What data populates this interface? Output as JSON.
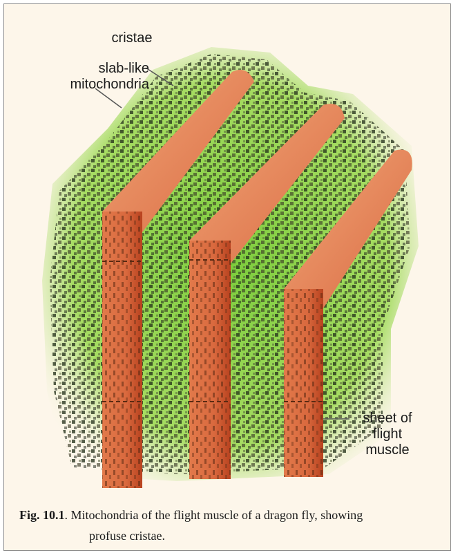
{
  "figure": {
    "labels": {
      "cristae": "cristae",
      "mito_line1": "slab-like",
      "mito_line2": "mitochondria",
      "muscle_line1": "sheet of",
      "muscle_line2": "flight",
      "muscle_line3": "muscle"
    },
    "colors": {
      "background": "#fdf6ea",
      "tissue_green": "#8fd24a",
      "slab_orange": "#e8845a",
      "slab_shadow": "#c44c2a",
      "dots": "#2b2b20"
    }
  },
  "caption": {
    "number": "Fig. 10.1",
    "text_line1": ". Mitochondria of the flight muscle of a dragon fly, showing",
    "text_line2": "profuse cristae."
  }
}
